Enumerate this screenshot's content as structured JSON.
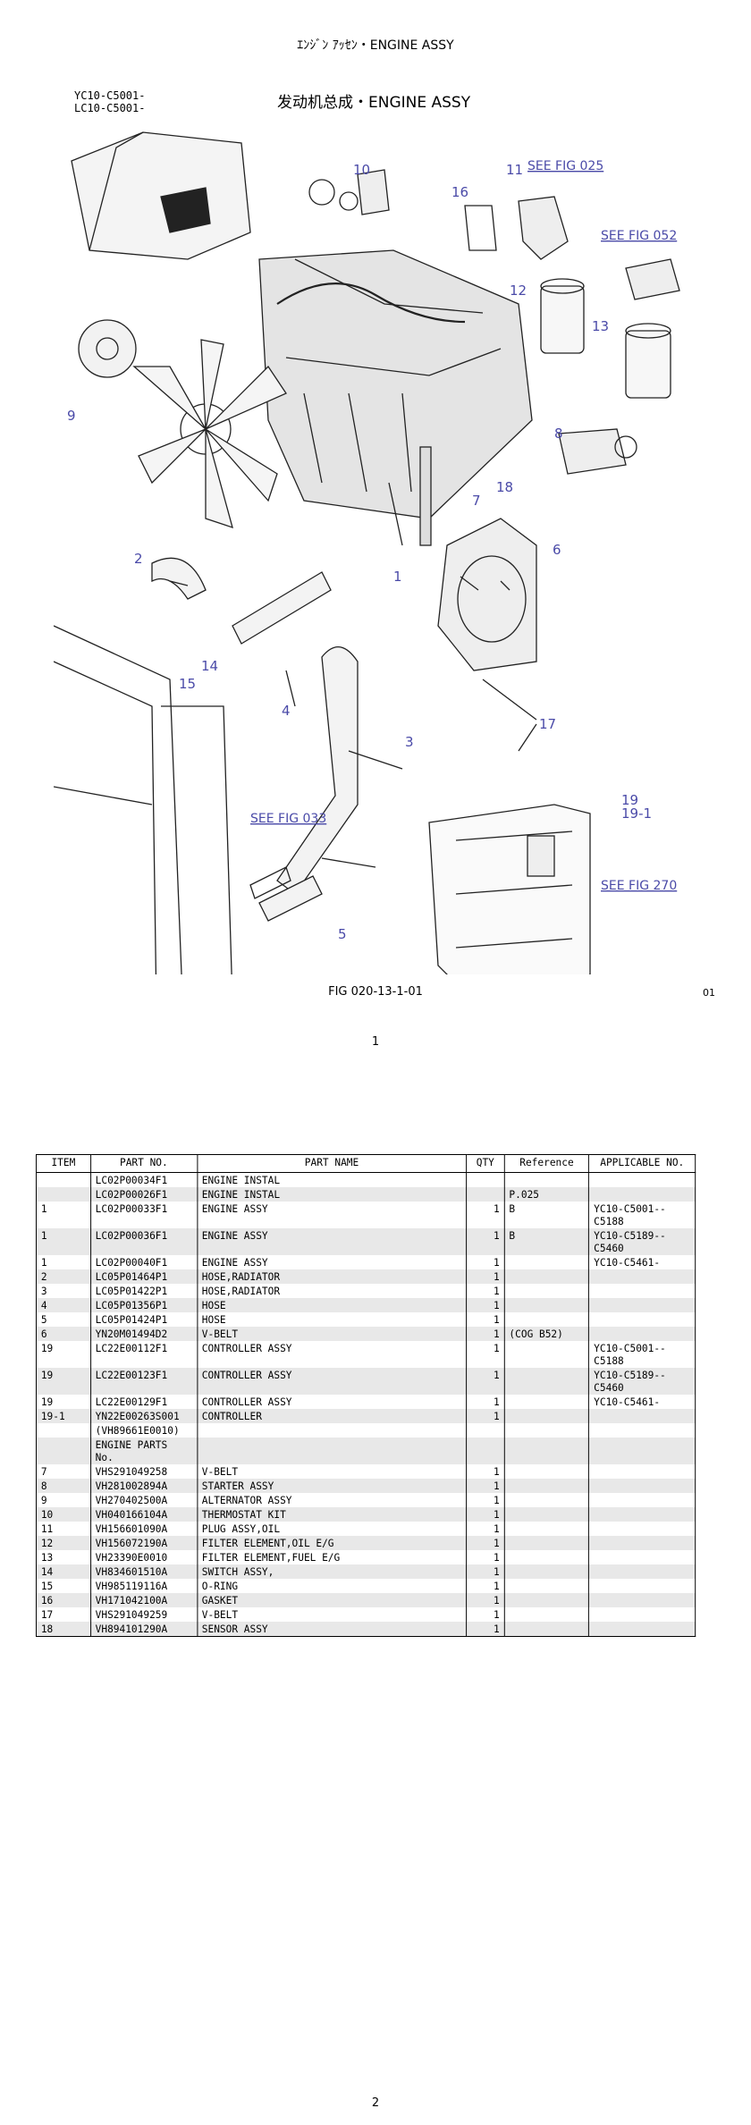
{
  "header": {
    "jp_title": "ｴﾝｼﾞﾝ ｱｯｾﾝ・ENGINE ASSY",
    "model_lines": [
      "YC10-C5001-",
      "LC10-C5001-"
    ],
    "title": "发动机总成・ENGINE ASSY"
  },
  "figure": {
    "caption": "FIG 020-13-1-01",
    "page_code": "01",
    "see_refs": [
      "SEE FIG 025",
      "SEE FIG 052",
      "SEE FIG 033",
      "SEE FIG 270"
    ],
    "callouts": [
      "10",
      "16",
      "11",
      "12",
      "13",
      "9",
      "8",
      "18",
      "7",
      "6",
      "1",
      "2",
      "14",
      "15",
      "4",
      "3",
      "17",
      "19",
      "19-1",
      "5"
    ]
  },
  "page_numbers": {
    "top": "1",
    "bottom": "2"
  },
  "table": {
    "headers": [
      "ITEM",
      "PART NO.",
      "PART NAME",
      "QTY",
      "Reference",
      "APPLICABLE NO."
    ],
    "rows": [
      {
        "item": "",
        "part": "LC02P00034F1",
        "name": "ENGINE INSTAL",
        "qty": "",
        "ref": "",
        "app": ""
      },
      {
        "item": "",
        "part": "LC02P00026F1",
        "name": "ENGINE INSTAL",
        "qty": "",
        "ref": "P.025",
        "app": ""
      },
      {
        "item": "1",
        "part": "LC02P00033F1",
        "name": "ENGINE ASSY",
        "qty": "1",
        "ref": "B",
        "app": "YC10-C5001--\nC5188"
      },
      {
        "item": "1",
        "part": "LC02P00036F1",
        "name": "ENGINE ASSY",
        "qty": "1",
        "ref": "B",
        "app": "YC10-C5189--\nC5460"
      },
      {
        "item": "1",
        "part": "LC02P00040F1",
        "name": "ENGINE ASSY",
        "qty": "1",
        "ref": "",
        "app": "YC10-C5461-"
      },
      {
        "item": "2",
        "part": "LC05P01464P1",
        "name": "HOSE,RADIATOR",
        "qty": "1",
        "ref": "",
        "app": ""
      },
      {
        "item": "3",
        "part": "LC05P01422P1",
        "name": "HOSE,RADIATOR",
        "qty": "1",
        "ref": "",
        "app": ""
      },
      {
        "item": "4",
        "part": "LC05P01356P1",
        "name": "HOSE",
        "qty": "1",
        "ref": "",
        "app": ""
      },
      {
        "item": "5",
        "part": "LC05P01424P1",
        "name": "HOSE",
        "qty": "1",
        "ref": "",
        "app": ""
      },
      {
        "item": "6",
        "part": "YN20M01494D2",
        "name": "V-BELT",
        "qty": "1",
        "ref": "(COG B52)",
        "app": ""
      },
      {
        "item": "19",
        "part": "LC22E00112F1",
        "name": "CONTROLLER ASSY",
        "qty": "1",
        "ref": "",
        "app": "YC10-C5001--\nC5188"
      },
      {
        "item": "19",
        "part": "LC22E00123F1",
        "name": "CONTROLLER ASSY",
        "qty": "1",
        "ref": "",
        "app": "YC10-C5189--\nC5460"
      },
      {
        "item": "19",
        "part": "LC22E00129F1",
        "name": "CONTROLLER ASSY",
        "qty": "1",
        "ref": "",
        "app": "YC10-C5461-"
      },
      {
        "item": "19-1",
        "part": "YN22E00263S001",
        "name": "CONTROLLER",
        "qty": "1",
        "ref": "",
        "app": ""
      },
      {
        "item": "",
        "part": "(VH89661E0010)",
        "name": "",
        "qty": "",
        "ref": "",
        "app": ""
      },
      {
        "item": "",
        "part": "ENGINE PARTS\nNo.",
        "name": "",
        "qty": "",
        "ref": "",
        "app": ""
      },
      {
        "item": "7",
        "part": "VHS291049258",
        "name": "V-BELT",
        "qty": "1",
        "ref": "",
        "app": ""
      },
      {
        "item": "8",
        "part": "VH281002894A",
        "name": "STARTER ASSY",
        "qty": "1",
        "ref": "",
        "app": ""
      },
      {
        "item": "9",
        "part": "VH270402500A",
        "name": "ALTERNATOR ASSY",
        "qty": "1",
        "ref": "",
        "app": ""
      },
      {
        "item": "10",
        "part": "VH040166104A",
        "name": "THERMOSTAT KIT",
        "qty": "1",
        "ref": "",
        "app": ""
      },
      {
        "item": "11",
        "part": "VH156601090A",
        "name": "PLUG ASSY,OIL",
        "qty": "1",
        "ref": "",
        "app": ""
      },
      {
        "item": "12",
        "part": "VH156072190A",
        "name": "FILTER ELEMENT,OIL E/G",
        "qty": "1",
        "ref": "",
        "app": ""
      },
      {
        "item": "13",
        "part": "VH23390E0010",
        "name": "FILTER ELEMENT,FUEL E/G",
        "qty": "1",
        "ref": "",
        "app": ""
      },
      {
        "item": "14",
        "part": "VH834601510A",
        "name": "SWITCH ASSY,",
        "qty": "1",
        "ref": "",
        "app": ""
      },
      {
        "item": "15",
        "part": "VH985119116A",
        "name": "O-RING",
        "qty": "1",
        "ref": "",
        "app": ""
      },
      {
        "item": "16",
        "part": "VH171042100A",
        "name": "GASKET",
        "qty": "1",
        "ref": "",
        "app": ""
      },
      {
        "item": "17",
        "part": "VHS291049259",
        "name": "V-BELT",
        "qty": "1",
        "ref": "",
        "app": ""
      },
      {
        "item": "18",
        "part": "VH894101290A",
        "name": "SENSOR ASSY",
        "qty": "1",
        "ref": "",
        "app": ""
      }
    ]
  }
}
